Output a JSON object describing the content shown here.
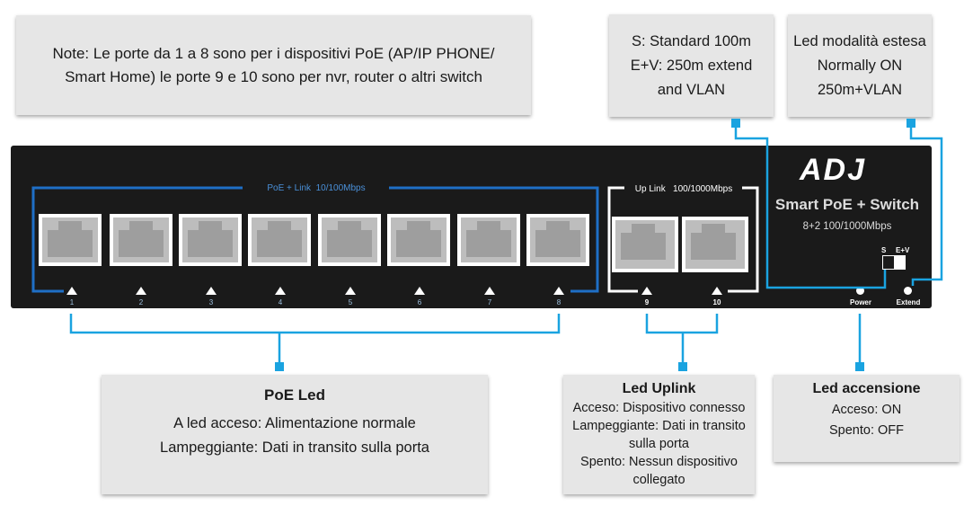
{
  "note": {
    "text": "Note: Le porte da 1 a 8 sono per i dispositivi PoE (AP/IP PHONE/ Smart Home) le porte 9 e 10 sono per nvr, router o altri switch"
  },
  "mode_box": {
    "line1": "S: Standard 100m",
    "line2": "E+V: 250m extend",
    "line3": "and VLAN"
  },
  "extend_box": {
    "line1": "Led modalità estesa",
    "line2": "Normally ON",
    "line3": "250m+VLAN"
  },
  "device": {
    "brand": "ADJ",
    "model": "Smart PoE + Switch",
    "spec": "8+2 100/1000Mbps",
    "poe_group_label": "PoE + Link  10/100Mbps",
    "uplink_group_label": "Up Link   100/1000Mbps",
    "switch_s": "S",
    "switch_ev": "E+V",
    "power_label": "Power",
    "extend_label": "Extend",
    "ports": [
      "1",
      "2",
      "3",
      "4",
      "5",
      "6",
      "7",
      "8"
    ],
    "uplink_ports": [
      "9",
      "10"
    ]
  },
  "poe_led": {
    "title": "PoE Led",
    "line1": "A led acceso: Alimentazione normale",
    "line2": "Lampeggiante: Dati in transito sulla porta"
  },
  "uplink_led": {
    "title": "Led Uplink",
    "line1": "Acceso: Dispositivo connesso",
    "line2": "Lampeggiante: Dati in transito",
    "line3": "sulla porta",
    "line4": "Spento: Nessun dispositivo",
    "line5": "collegato"
  },
  "power_led": {
    "title": "Led accensione",
    "line1": "Acceso: ON",
    "line2": "Spento: OFF"
  },
  "colors": {
    "accent": "#1aa3e0",
    "device": "#1a1a1a",
    "panel": "#e6e6e6",
    "poe_label": "#4a90d9"
  }
}
